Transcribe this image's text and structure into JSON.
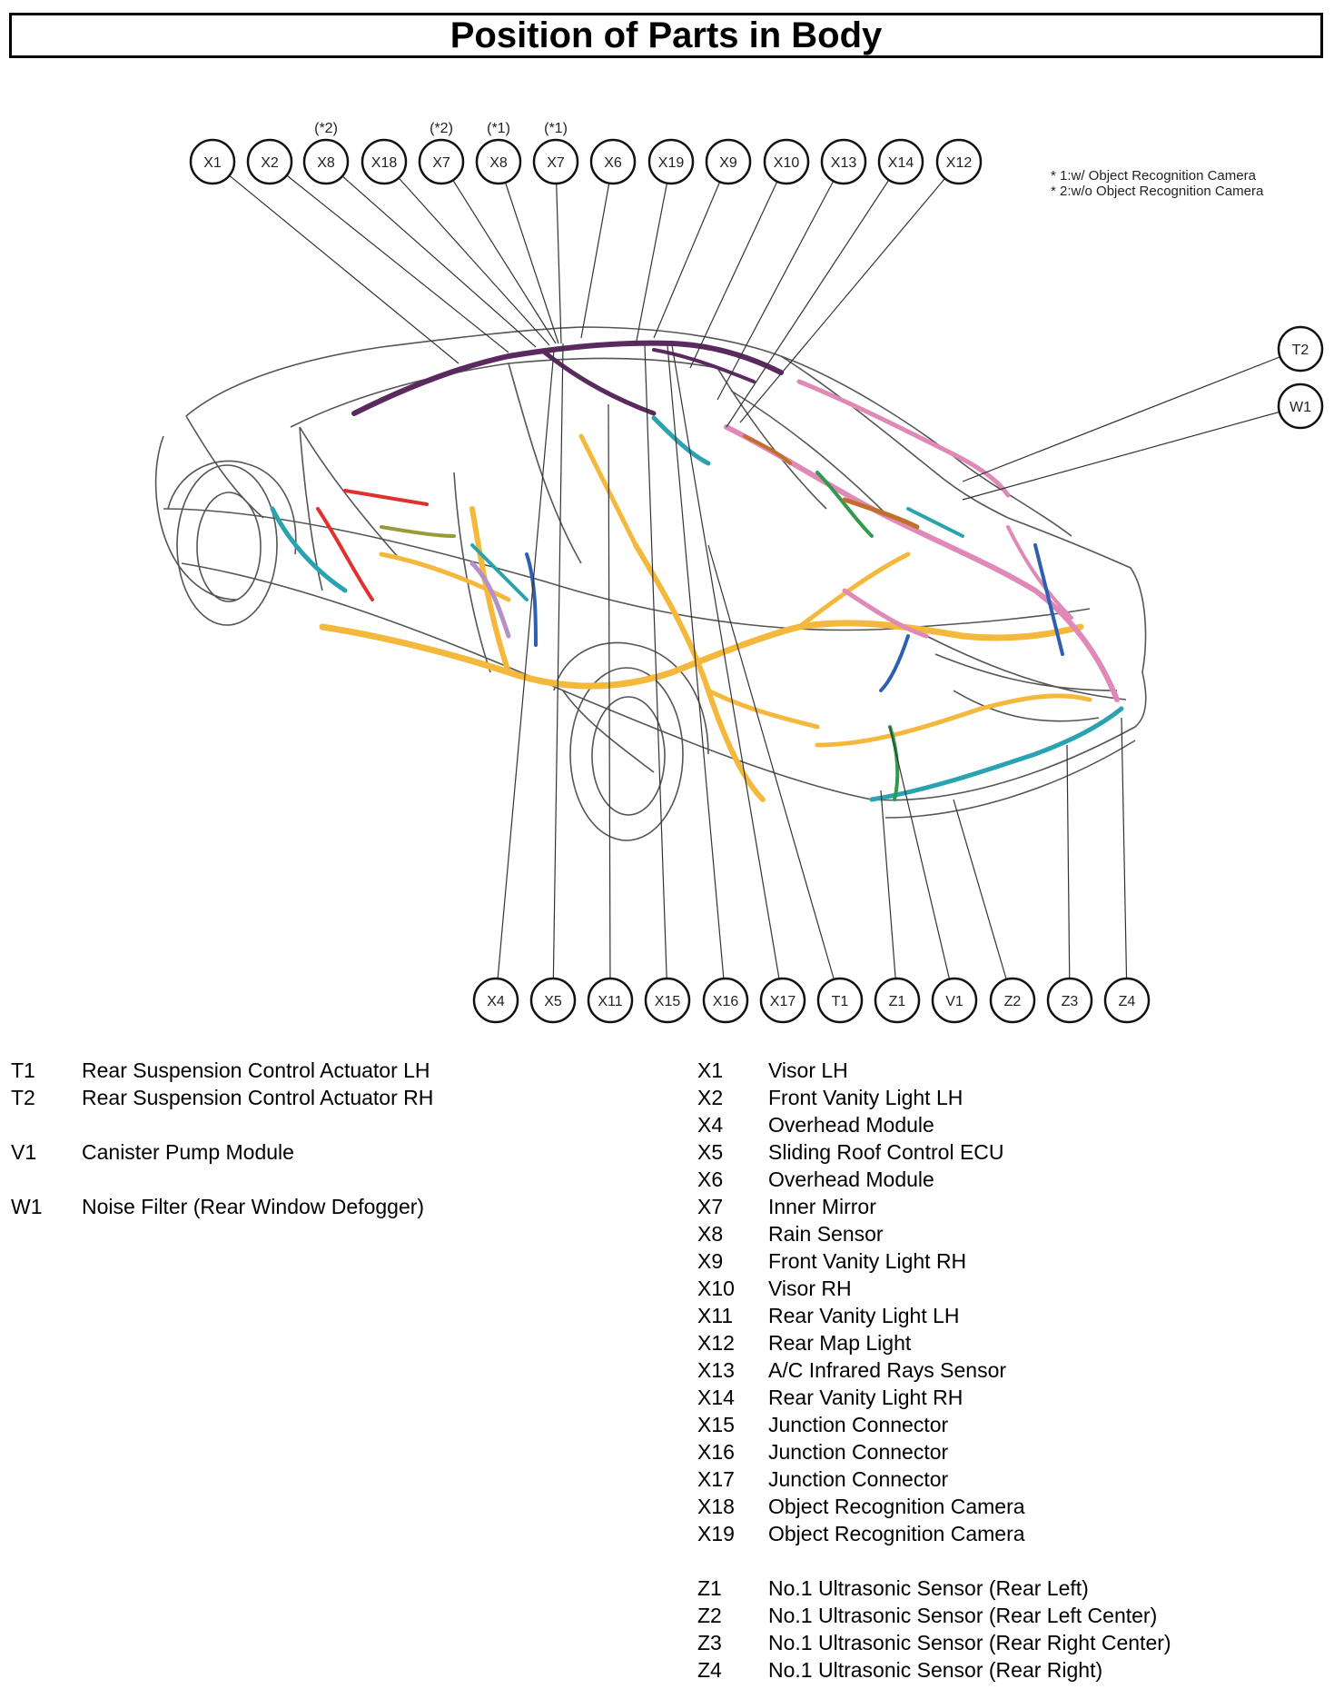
{
  "title": "Position of Parts in Body",
  "notes": [
    "* 1:w/ Object Recognition Camera",
    "* 2:w/o Object Recognition Camera"
  ],
  "callouts_top": [
    {
      "code": "X1",
      "note": ""
    },
    {
      "code": "X2",
      "note": ""
    },
    {
      "code": "X8",
      "note": "(*2)"
    },
    {
      "code": "X18",
      "note": ""
    },
    {
      "code": "X7",
      "note": "(*2)"
    },
    {
      "code": "X8",
      "note": "(*1)"
    },
    {
      "code": "X7",
      "note": "(*1)"
    },
    {
      "code": "X6",
      "note": ""
    },
    {
      "code": "X19",
      "note": ""
    },
    {
      "code": "X9",
      "note": ""
    },
    {
      "code": "X10",
      "note": ""
    },
    {
      "code": "X13",
      "note": ""
    },
    {
      "code": "X14",
      "note": ""
    },
    {
      "code": "X12",
      "note": ""
    }
  ],
  "callouts_right": [
    {
      "code": "T2"
    },
    {
      "code": "W1"
    }
  ],
  "callouts_bottom": [
    {
      "code": "X4"
    },
    {
      "code": "X5"
    },
    {
      "code": "X11"
    },
    {
      "code": "X15"
    },
    {
      "code": "X16"
    },
    {
      "code": "X17"
    },
    {
      "code": "T1"
    },
    {
      "code": "Z1"
    },
    {
      "code": "V1"
    },
    {
      "code": "Z2"
    },
    {
      "code": "Z3"
    },
    {
      "code": "Z4"
    }
  ],
  "legend_left": [
    {
      "code": "T1",
      "name": "Rear Suspension Control Actuator LH"
    },
    {
      "code": "T2",
      "name": "Rear Suspension Control Actuator RH"
    },
    {
      "code": "V1",
      "name": "Canister Pump Module"
    },
    {
      "code": "W1",
      "name": "Noise Filter (Rear Window Defogger)"
    }
  ],
  "legend_right": [
    {
      "code": "X1",
      "name": "Visor LH"
    },
    {
      "code": "X2",
      "name": "Front Vanity Light LH"
    },
    {
      "code": "X4",
      "name": "Overhead Module"
    },
    {
      "code": "X5",
      "name": "Sliding Roof Control ECU"
    },
    {
      "code": "X6",
      "name": "Overhead Module"
    },
    {
      "code": "X7",
      "name": "Inner Mirror"
    },
    {
      "code": "X8",
      "name": "Rain Sensor"
    },
    {
      "code": "X9",
      "name": "Front Vanity Light RH"
    },
    {
      "code": "X10",
      "name": "Visor RH"
    },
    {
      "code": "X11",
      "name": "Rear Vanity Light LH"
    },
    {
      "code": "X12",
      "name": "Rear Map Light"
    },
    {
      "code": "X13",
      "name": "A/C Infrared Rays Sensor"
    },
    {
      "code": "X14",
      "name": "Rear Vanity Light RH"
    },
    {
      "code": "X15",
      "name": "Junction Connector"
    },
    {
      "code": "X16",
      "name": "Junction Connector"
    },
    {
      "code": "X17",
      "name": "Junction Connector"
    },
    {
      "code": "X18",
      "name": "Object Recognition Camera"
    },
    {
      "code": "X19",
      "name": "Object Recognition Camera"
    },
    {
      "code": "Z1",
      "name": "No.1 Ultrasonic Sensor (Rear Left)"
    },
    {
      "code": "Z2",
      "name": "No.1 Ultrasonic Sensor (Rear Left Center)"
    },
    {
      "code": "Z3",
      "name": "No.1 Ultrasonic Sensor (Rear Right Center)"
    },
    {
      "code": "Z4",
      "name": "No.1 Ultrasonic Sensor (Rear Right)"
    }
  ],
  "colors": {
    "harness_purple": "#5a2a5e",
    "harness_orange": "#f4b83c",
    "harness_pink": "#e088b6",
    "harness_teal": "#2aa3b0",
    "harness_green": "#2e9a4a",
    "harness_blue": "#2f5fb0",
    "harness_brown": "#c0702a",
    "harness_red": "#e03030",
    "harness_lilac": "#b590c8",
    "harness_olive": "#9a9a3a"
  }
}
